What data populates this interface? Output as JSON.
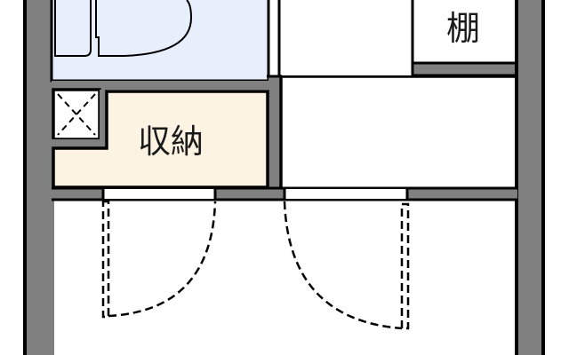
{
  "floorplan": {
    "title": "",
    "colors": {
      "wall_fill": "#808080",
      "wall_line": "#000000",
      "bathroom": "#e6effb",
      "storage": "#fdf3e3",
      "room": "#ffffff",
      "background": "#ffffff"
    },
    "rooms": [
      {
        "id": "toilet",
        "label": ""
      },
      {
        "id": "storage",
        "label": "収納"
      },
      {
        "id": "shelf",
        "label": "棚"
      },
      {
        "id": "hallway",
        "label": ""
      },
      {
        "id": "main-room",
        "label": ""
      }
    ],
    "fixtures": [
      {
        "id": "toilet-fixture",
        "type": "toilet"
      },
      {
        "id": "pipe-shaft",
        "type": "x-box"
      }
    ],
    "doors": [
      {
        "id": "toilet-door",
        "type": "swing"
      },
      {
        "id": "storage-door",
        "type": "swing"
      },
      {
        "id": "hallway-door",
        "type": "swing"
      }
    ]
  }
}
